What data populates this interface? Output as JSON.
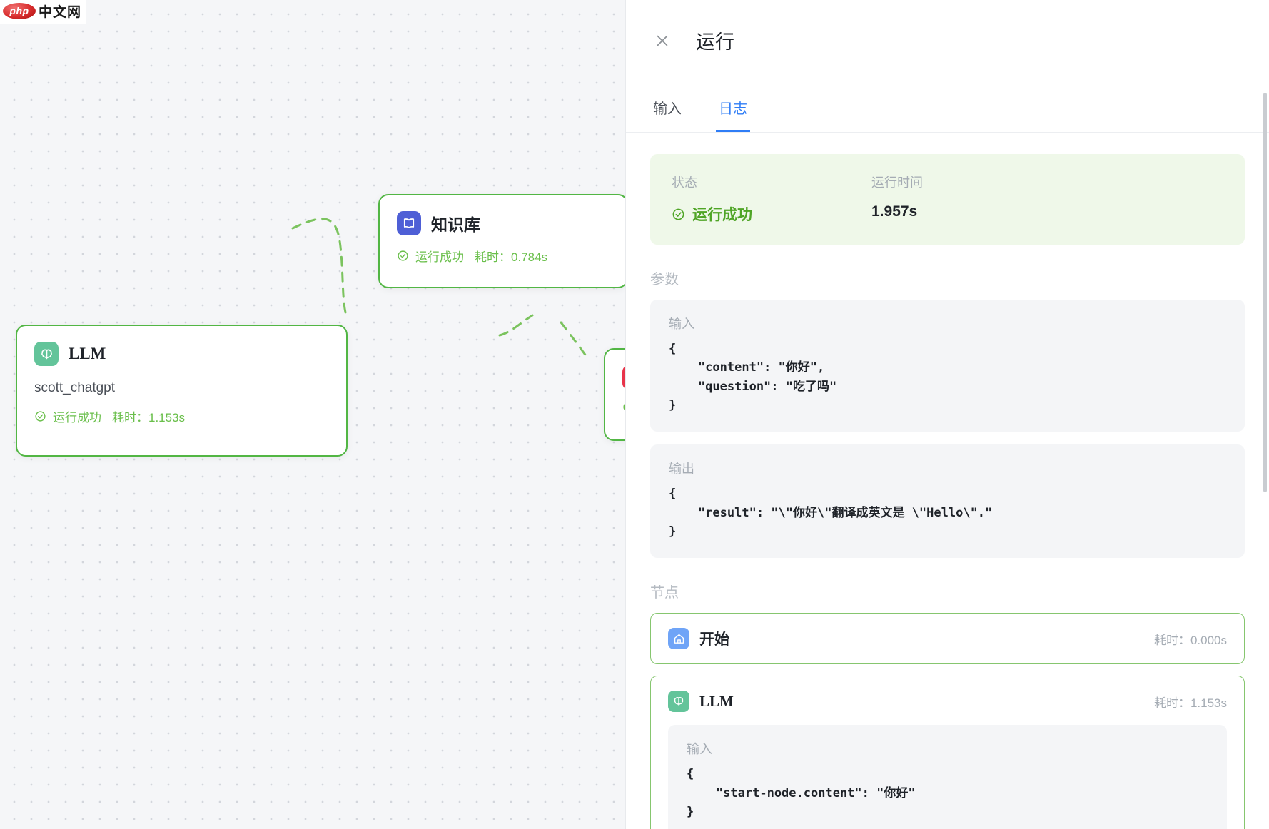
{
  "watermark": {
    "badge": "php",
    "text": "中文网"
  },
  "canvas": {
    "nodes": [
      {
        "id": "kb",
        "icon": "book-icon",
        "title": "知识库",
        "subtitle": "",
        "status": "运行成功",
        "duration_label": "耗时：0.784s",
        "icon_color": "#4e5fd6",
        "border_color": "#52b644"
      },
      {
        "id": "llm",
        "icon": "brain-icon",
        "title": "LLM",
        "subtitle": "scott_chatgpt",
        "status": "运行成功",
        "duration_label": "耗时：1.153s",
        "icon_color": "#63c49a",
        "border_color": "#52b644"
      },
      {
        "id": "clipped",
        "icon": "db-icon",
        "title": "",
        "subtitle": "",
        "status": "",
        "duration_label": "",
        "icon_color": "#e8334a",
        "border_color": "#52b644"
      }
    ]
  },
  "panel": {
    "title": "运行",
    "close_icon": "close-icon",
    "tabs": [
      {
        "label": "输入",
        "active": false
      },
      {
        "label": "日志",
        "active": true
      }
    ],
    "status_card": {
      "status_label": "状态",
      "time_label": "运行时间",
      "status_value": "运行成功",
      "time_value": "1.957s",
      "status_icon": "check-circle-icon",
      "bg_color": "#eff8e9",
      "accent_color": "#4fa526"
    },
    "params_section": {
      "title": "参数",
      "blocks": [
        {
          "label": "输入",
          "code": "{\n    \"content\": \"你好\",\n    \"question\": \"吃了吗\"\n}"
        },
        {
          "label": "输出",
          "code": "{\n    \"result\": \"\\\"你好\\\"翻译成英文是 \\\"Hello\\\".\"\n}"
        }
      ]
    },
    "nodes_section": {
      "title": "节点",
      "rows": [
        {
          "icon": "home-icon",
          "icon_color": "#6fa4f7",
          "name": "开始",
          "time_label": "耗时：0.000s",
          "blocks": []
        },
        {
          "icon": "brain-icon",
          "icon_color": "#63c49a",
          "name": "LLM",
          "time_label": "耗时：1.153s",
          "blocks": [
            {
              "label": "输入",
              "code": "{\n    \"start-node.content\": \"你好\"\n}"
            }
          ]
        }
      ]
    }
  }
}
